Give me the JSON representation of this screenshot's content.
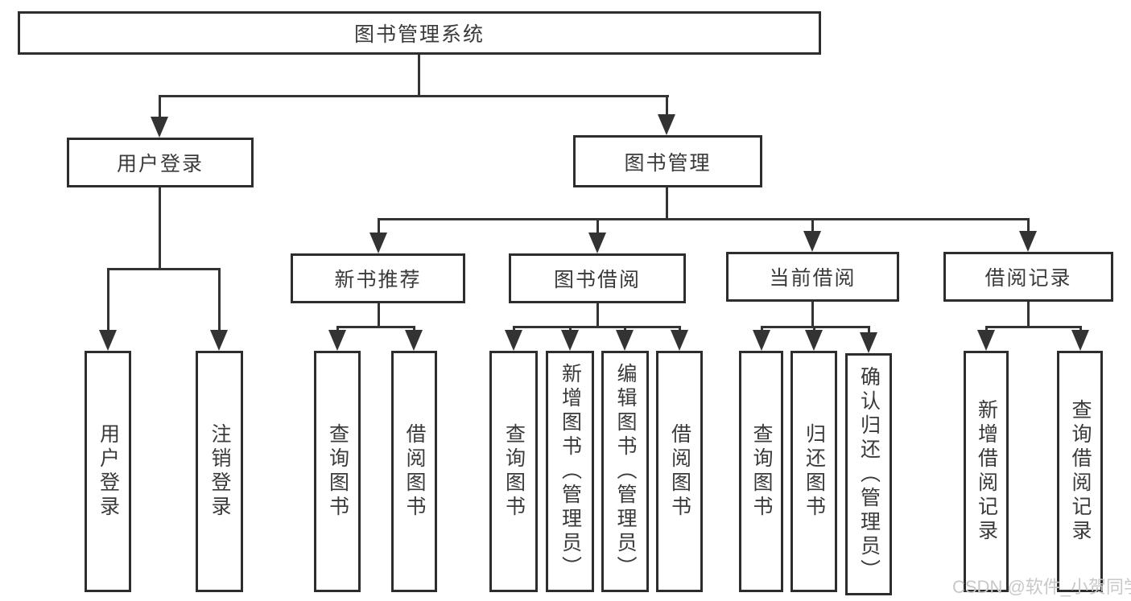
{
  "nodes": {
    "root": "图书管理系统",
    "user_login": "用户登录",
    "book_mgmt": "图书管理",
    "new_book_rec": "新书推荐",
    "book_borrow": "图书借阅",
    "current_borrow": "当前借阅",
    "borrow_record": "借阅记录",
    "leaf_user_login": "用户登录",
    "leaf_logout": "注销登录",
    "leaf_query_book_1": "查询图书",
    "leaf_borrow_book_1": "借阅图书",
    "leaf_query_book_2": "查询图书",
    "leaf_add_book_admin": "新增图书（管理员）",
    "leaf_edit_book_admin": "编辑图书（管理员）",
    "leaf_borrow_book_2": "借阅图书",
    "leaf_query_book_3": "查询图书",
    "leaf_return_book": "归还图书",
    "leaf_confirm_return_admin": "确认归还（管理员）",
    "leaf_add_borrow_record": "新增借阅记录",
    "leaf_query_borrow_record": "查询借阅记录"
  },
  "watermark": "CSDN @软件_小贺同学",
  "colors": {
    "line": "#333333",
    "box_border": "#2d2d2d",
    "text": "#3a3a3a",
    "background": "#ffffff",
    "watermark": "#c8c8c8"
  }
}
